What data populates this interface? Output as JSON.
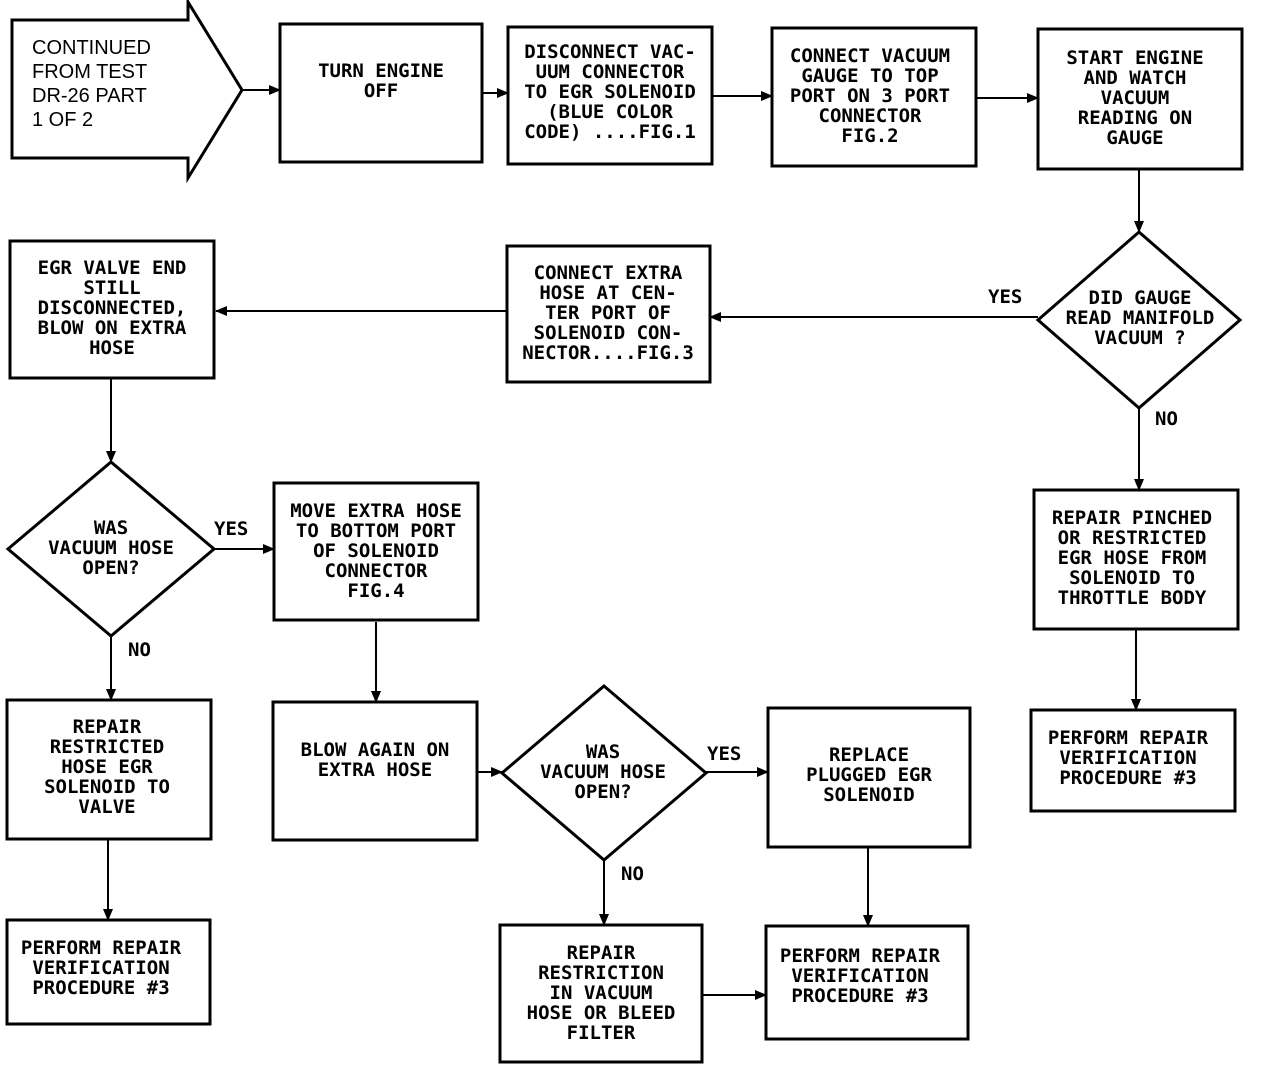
{
  "nodes": {
    "start": [
      "CONTINUED",
      "FROM TEST",
      "DR-26 PART",
      "1 OF 2"
    ],
    "turn_off": [
      "TURN ENGINE",
      "OFF"
    ],
    "disconnect": [
      "DISCONNECT VAC-",
      "UUM CONNECTOR",
      "TO EGR SOLENOID",
      "(BLUE COLOR",
      "CODE) ....FIG.1"
    ],
    "connect_gauge": [
      "CONNECT VACUUM",
      "GAUGE TO TOP",
      "PORT ON 3 PORT",
      "CONNECTOR",
      "FIG.2"
    ],
    "start_engine": [
      "START ENGINE",
      "AND WATCH",
      "VACUUM",
      "READING ON",
      "GAUGE"
    ],
    "did_gauge": [
      "DID GAUGE",
      "READ MANIFOLD",
      "VACUUM ?"
    ],
    "connect_extra": [
      "CONNECT EXTRA",
      "HOSE AT CEN-",
      "TER PORT OF",
      "SOLENOID CON-",
      "NECTOR....FIG.3"
    ],
    "egr_valve_end": [
      "EGR VALVE END",
      "STILL",
      "DISCONNECTED,",
      "BLOW ON EXTRA",
      "HOSE"
    ],
    "was_open_1": [
      "WAS",
      "VACUUM HOSE",
      "OPEN?"
    ],
    "move_hose": [
      "MOVE EXTRA HOSE",
      "TO BOTTOM PORT",
      "OF SOLENOID",
      "CONNECTOR",
      "FIG.4"
    ],
    "repair_pinched": [
      "REPAIR PINCHED",
      "OR RESTRICTED",
      "EGR HOSE FROM",
      "SOLENOID TO",
      "THROTTLE BODY"
    ],
    "perform_right": [
      "PERFORM REPAIR",
      "VERIFICATION",
      "PROCEDURE #3"
    ],
    "repair_restricted": [
      "REPAIR",
      "RESTRICTED",
      "HOSE EGR",
      "SOLENOID TO",
      "VALVE"
    ],
    "perform_left": [
      "PERFORM REPAIR",
      "VERIFICATION",
      "PROCEDURE #3"
    ],
    "blow_again": [
      "BLOW AGAIN ON",
      "EXTRA HOSE"
    ],
    "was_open_2": [
      "WAS",
      "VACUUM HOSE",
      "OPEN?"
    ],
    "replace": [
      "REPLACE",
      "PLUGGED EGR",
      "SOLENOID"
    ],
    "repair_restriction": [
      "REPAIR",
      "RESTRICTION",
      "IN VACUUM",
      "HOSE OR BLEED",
      "FILTER"
    ],
    "perform_mid": [
      "PERFORM REPAIR",
      "VERIFICATION",
      "PROCEDURE #3"
    ]
  },
  "edge_labels": {
    "yes_1": "YES",
    "no_1": "NO",
    "yes_2": "YES",
    "no_2": "NO",
    "yes_3": "YES",
    "no_3": "NO"
  }
}
